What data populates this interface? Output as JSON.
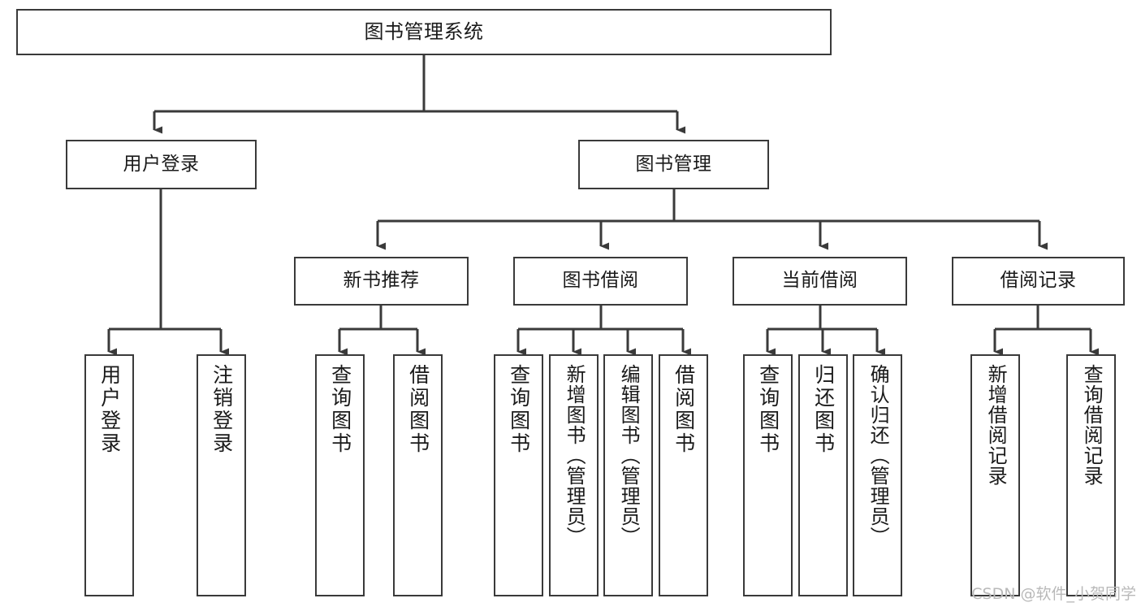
{
  "diagram": {
    "type": "tree-hierarchy",
    "title": "图书管理系统",
    "orientation": "top-down",
    "line_color": "#3a3a3a",
    "box_fill": "#ffffff",
    "text_color": "#1a1a1a",
    "watermark": "CSDN @软件_小贺同学",
    "levels": [
      {
        "level": 1,
        "nodes": [
          {
            "id": "root",
            "label": "图书管理系统"
          }
        ]
      },
      {
        "level": 2,
        "nodes": [
          {
            "id": "l2-login",
            "label": "用户登录",
            "parent": "root"
          },
          {
            "id": "l2-bookmgmt",
            "label": "图书管理",
            "parent": "root"
          }
        ]
      },
      {
        "level": 3,
        "nodes": [
          {
            "id": "l3-newbook",
            "label": "新书推荐",
            "parent": "l2-bookmgmt"
          },
          {
            "id": "l3-borrow",
            "label": "图书借阅",
            "parent": "l2-bookmgmt"
          },
          {
            "id": "l3-current",
            "label": "当前借阅",
            "parent": "l2-bookmgmt"
          },
          {
            "id": "l3-record",
            "label": "借阅记录",
            "parent": "l2-bookmgmt"
          }
        ]
      },
      {
        "level": 4,
        "nodes": [
          {
            "id": "leaf-1",
            "label": "用户登录",
            "parent": "l2-login"
          },
          {
            "id": "leaf-2",
            "label": "注销登录",
            "parent": "l2-login"
          },
          {
            "id": "leaf-3",
            "label": "查询图书",
            "parent": "l3-newbook"
          },
          {
            "id": "leaf-4",
            "label": "借阅图书",
            "parent": "l3-newbook"
          },
          {
            "id": "leaf-5",
            "label": "查询图书",
            "parent": "l3-borrow"
          },
          {
            "id": "leaf-6",
            "label": "新增图书（管理员）",
            "parent": "l3-borrow"
          },
          {
            "id": "leaf-7",
            "label": "编辑图书（管理员）",
            "parent": "l3-borrow"
          },
          {
            "id": "leaf-8",
            "label": "借阅图书",
            "parent": "l3-borrow"
          },
          {
            "id": "leaf-9",
            "label": "查询图书",
            "parent": "l3-current"
          },
          {
            "id": "leaf-10",
            "label": "归还图书",
            "parent": "l3-current"
          },
          {
            "id": "leaf-11",
            "label": "确认归还（管理员）",
            "parent": "l3-current"
          },
          {
            "id": "leaf-12",
            "label": "新增借阅记录",
            "parent": "l3-record"
          },
          {
            "id": "leaf-13",
            "label": "查询借阅记录",
            "parent": "l3-record"
          }
        ]
      }
    ]
  }
}
